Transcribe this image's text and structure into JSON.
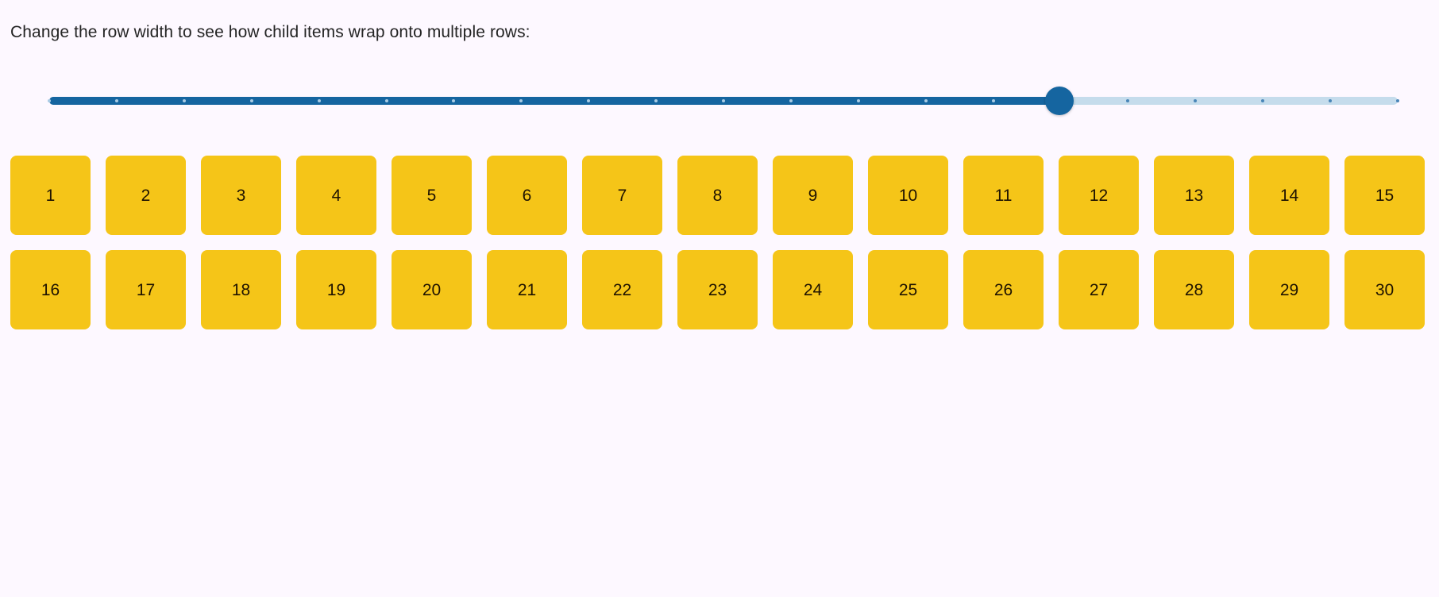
{
  "page": {
    "background_color": "#fdf8ff",
    "instruction": "Change the row width to see how child items wrap onto multiple rows:"
  },
  "slider": {
    "name": "row-width-slider",
    "orientation": "horizontal",
    "min": 0,
    "max": 20,
    "value": 15,
    "step": 1,
    "tick_count": 21,
    "track_color": "#c5dcec",
    "fill_color": "#1565a0",
    "thumb_color": "#1565a0",
    "tick_on_fill_color": "#a9cbe4",
    "tick_on_track_color": "#4a86b8",
    "fill_percent": 74.9
  },
  "items": {
    "count": 30,
    "per_row": 15,
    "box_color": "#f5c518",
    "text_color": "#1f1300",
    "labels": [
      "1",
      "2",
      "3",
      "4",
      "5",
      "6",
      "7",
      "8",
      "9",
      "10",
      "11",
      "12",
      "13",
      "14",
      "15",
      "16",
      "17",
      "18",
      "19",
      "20",
      "21",
      "22",
      "23",
      "24",
      "25",
      "26",
      "27",
      "28",
      "29",
      "30"
    ]
  }
}
